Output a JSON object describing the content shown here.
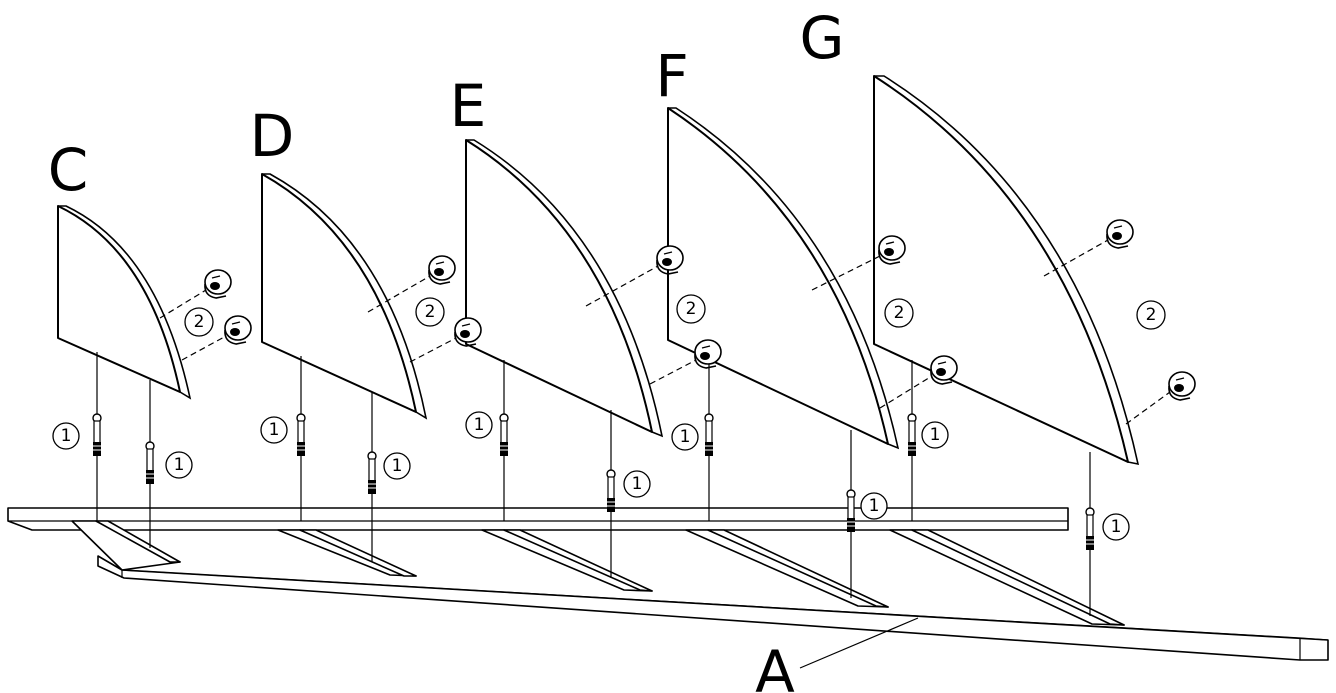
{
  "labels": {
    "C": "C",
    "D": "D",
    "E": "E",
    "F": "F",
    "G": "G",
    "A": "A"
  },
  "callouts": {
    "dowel": "1",
    "cam_lock": "2"
  }
}
